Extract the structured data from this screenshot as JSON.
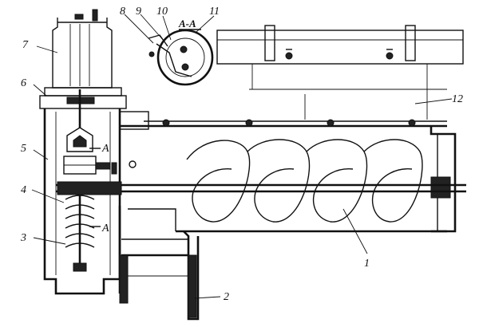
{
  "labels": {
    "l1": "1",
    "l2": "2",
    "l3": "3",
    "l4": "4",
    "l5": "5",
    "l6": "6",
    "l7": "7",
    "l8": "8",
    "l9": "9",
    "l10": "10",
    "l11": "11",
    "l12": "12"
  },
  "section": {
    "title": "А-А",
    "mark_left": "А",
    "mark_right": "А"
  }
}
